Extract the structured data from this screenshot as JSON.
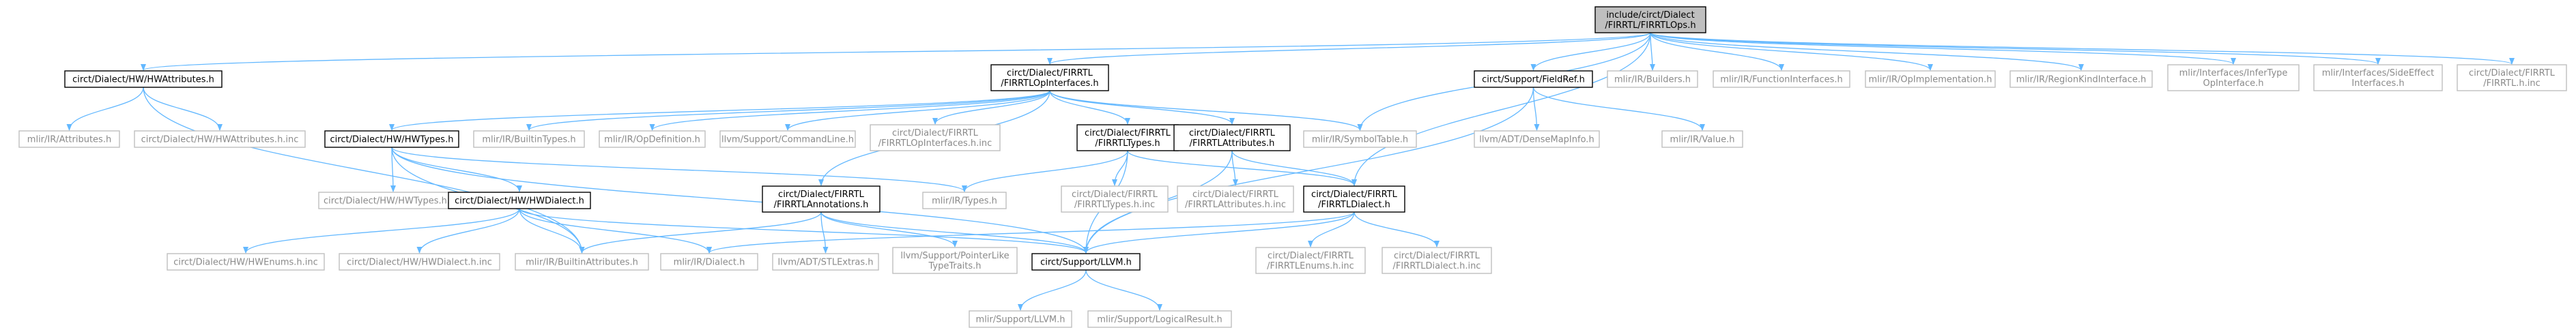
{
  "colors": {
    "edge": "#63b8ff",
    "node_text": "#000000",
    "external_text": "#8a8a8a",
    "root_fill": "#bfbfbf",
    "root_border": "#000000",
    "doc_border": "#000000",
    "external_border": "#bfbfbf",
    "background": "#ffffff"
  },
  "nodes": [
    {
      "id": "root",
      "kind": "root",
      "lines": [
        "include/circt/Dialect",
        "/FIRRTL/FIRRTLOps.h"
      ]
    },
    {
      "id": "hwattributes",
      "kind": "doc",
      "lines": [
        "circt/Dialect/HW/HWAttributes.h"
      ]
    },
    {
      "id": "firrtlopinterfaces",
      "kind": "doc",
      "lines": [
        "circt/Dialect/FIRRTL",
        "/FIRRTLOpInterfaces.h"
      ]
    },
    {
      "id": "fieldref",
      "kind": "doc",
      "lines": [
        "circt/Support/FieldRef.h"
      ]
    },
    {
      "id": "builders",
      "kind": "ext",
      "lines": [
        "mlir/IR/Builders.h"
      ]
    },
    {
      "id": "functioninterfaces",
      "kind": "ext",
      "lines": [
        "mlir/IR/FunctionInterfaces.h"
      ]
    },
    {
      "id": "opimplementation",
      "kind": "ext",
      "lines": [
        "mlir/IR/OpImplementation.h"
      ]
    },
    {
      "id": "regionkind",
      "kind": "ext",
      "lines": [
        "mlir/IR/RegionKindInterface.h"
      ]
    },
    {
      "id": "infertype",
      "kind": "ext",
      "lines": [
        "mlir/Interfaces/InferType",
        "OpInterface.h"
      ]
    },
    {
      "id": "sideeffect",
      "kind": "ext",
      "lines": [
        "mlir/Interfaces/SideEffect",
        "Interfaces.h"
      ]
    },
    {
      "id": "firrtlhinc",
      "kind": "ext",
      "lines": [
        "circt/Dialect/FIRRTL",
        "/FIRRTL.h.inc"
      ]
    },
    {
      "id": "attributes",
      "kind": "ext",
      "lines": [
        "mlir/IR/Attributes.h"
      ]
    },
    {
      "id": "hwattributesinc",
      "kind": "ext",
      "lines": [
        "circt/Dialect/HW/HWAttributes.h.inc"
      ]
    },
    {
      "id": "hwtypes",
      "kind": "doc",
      "lines": [
        "circt/Dialect/HW/HWTypes.h"
      ]
    },
    {
      "id": "builtintypes",
      "kind": "ext",
      "lines": [
        "mlir/IR/BuiltinTypes.h"
      ]
    },
    {
      "id": "opdefinition",
      "kind": "ext",
      "lines": [
        "mlir/IR/OpDefinition.h"
      ]
    },
    {
      "id": "commandline",
      "kind": "ext",
      "lines": [
        "llvm/Support/CommandLine.h"
      ]
    },
    {
      "id": "firrtlopinterfacesinc",
      "kind": "ext",
      "lines": [
        "circt/Dialect/FIRRTL",
        "/FIRRTLOpInterfaces.h.inc"
      ]
    },
    {
      "id": "firrtltypes",
      "kind": "doc",
      "lines": [
        "circt/Dialect/FIRRTL",
        "/FIRRTLTypes.h"
      ]
    },
    {
      "id": "firrtlattributes",
      "kind": "doc",
      "lines": [
        "circt/Dialect/FIRRTL",
        "/FIRRTLAttributes.h"
      ]
    },
    {
      "id": "symboltable",
      "kind": "ext",
      "lines": [
        "mlir/IR/SymbolTable.h"
      ]
    },
    {
      "id": "densemapinfo",
      "kind": "ext",
      "lines": [
        "llvm/ADT/DenseMapInfo.h"
      ]
    },
    {
      "id": "value",
      "kind": "ext",
      "lines": [
        "mlir/IR/Value.h"
      ]
    },
    {
      "id": "hwtypesinc",
      "kind": "ext",
      "lines": [
        "circt/Dialect/HW/HWTypes.h.inc"
      ]
    },
    {
      "id": "hwdialect",
      "kind": "doc",
      "lines": [
        "circt/Dialect/HW/HWDialect.h"
      ]
    },
    {
      "id": "irtypes",
      "kind": "ext",
      "lines": [
        "mlir/IR/Types.h"
      ]
    },
    {
      "id": "firrtlannotations",
      "kind": "doc",
      "lines": [
        "circt/Dialect/FIRRTL",
        "/FIRRTLAnnotations.h"
      ]
    },
    {
      "id": "firrtltypesinc",
      "kind": "ext",
      "lines": [
        "circt/Dialect/FIRRTL",
        "/FIRRTLTypes.h.inc"
      ]
    },
    {
      "id": "firrtlattributesinc",
      "kind": "ext",
      "lines": [
        "circt/Dialect/FIRRTL",
        "/FIRRTLAttributes.h.inc"
      ]
    },
    {
      "id": "firrtldialect",
      "kind": "doc",
      "lines": [
        "circt/Dialect/FIRRTL",
        "/FIRRTLDialect.h"
      ]
    },
    {
      "id": "hwenumsinc",
      "kind": "ext",
      "lines": [
        "circt/Dialect/HW/HWEnums.h.inc"
      ]
    },
    {
      "id": "hwdialectinc",
      "kind": "ext",
      "lines": [
        "circt/Dialect/HW/HWDialect.h.inc"
      ]
    },
    {
      "id": "builtinattributes",
      "kind": "ext",
      "lines": [
        "mlir/IR/BuiltinAttributes.h"
      ]
    },
    {
      "id": "irdialect",
      "kind": "ext",
      "lines": [
        "mlir/IR/Dialect.h"
      ]
    },
    {
      "id": "stlextras",
      "kind": "ext",
      "lines": [
        "llvm/ADT/STLExtras.h"
      ]
    },
    {
      "id": "pointerlike",
      "kind": "ext",
      "lines": [
        "llvm/Support/PointerLike",
        "TypeTraits.h"
      ]
    },
    {
      "id": "circtllvm",
      "kind": "doc",
      "lines": [
        "circt/Support/LLVM.h"
      ]
    },
    {
      "id": "firrtlenumsinc",
      "kind": "ext",
      "lines": [
        "circt/Dialect/FIRRTL",
        "/FIRRTLEnums.h.inc"
      ]
    },
    {
      "id": "firrtldialectinc",
      "kind": "ext",
      "lines": [
        "circt/Dialect/FIRRTL",
        "/FIRRTLDialect.h.inc"
      ]
    },
    {
      "id": "mlirllvm",
      "kind": "ext",
      "lines": [
        "mlir/Support/LLVM.h"
      ]
    },
    {
      "id": "logicalresult",
      "kind": "ext",
      "lines": [
        "mlir/Support/LogicalResult.h"
      ]
    }
  ],
  "edges": [
    [
      "root",
      "hwattributes"
    ],
    [
      "root",
      "firrtlopinterfaces"
    ],
    [
      "root",
      "fieldref"
    ],
    [
      "root",
      "builders"
    ],
    [
      "root",
      "functioninterfaces"
    ],
    [
      "root",
      "opimplementation"
    ],
    [
      "root",
      "regionkind"
    ],
    [
      "root",
      "infertype"
    ],
    [
      "root",
      "sideeffect"
    ],
    [
      "root",
      "firrtlhinc"
    ],
    [
      "root",
      "symboltable"
    ],
    [
      "root",
      "firrtldialect"
    ],
    [
      "hwattributes",
      "attributes"
    ],
    [
      "hwattributes",
      "hwattributesinc"
    ],
    [
      "hwattributes",
      "builtinattributes"
    ],
    [
      "firrtlopinterfaces",
      "hwtypes"
    ],
    [
      "firrtlopinterfaces",
      "builtintypes"
    ],
    [
      "firrtlopinterfaces",
      "opdefinition"
    ],
    [
      "firrtlopinterfaces",
      "commandline"
    ],
    [
      "firrtlopinterfaces",
      "firrtlopinterfacesinc"
    ],
    [
      "firrtlopinterfaces",
      "firrtltypes"
    ],
    [
      "firrtlopinterfaces",
      "firrtlattributes"
    ],
    [
      "firrtlopinterfaces",
      "symboltable"
    ],
    [
      "firrtlopinterfaces",
      "firrtlannotations"
    ],
    [
      "fieldref",
      "densemapinfo"
    ],
    [
      "fieldref",
      "value"
    ],
    [
      "fieldref",
      "circtllvm"
    ],
    [
      "hwtypes",
      "hwtypesinc"
    ],
    [
      "hwtypes",
      "hwdialect"
    ],
    [
      "hwtypes",
      "irtypes"
    ],
    [
      "hwtypes",
      "builtinattributes"
    ],
    [
      "hwtypes",
      "circtllvm"
    ],
    [
      "firrtltypes",
      "irtypes"
    ],
    [
      "firrtltypes",
      "firrtltypesinc"
    ],
    [
      "firrtltypes",
      "firrtldialect"
    ],
    [
      "firrtltypes",
      "circtllvm"
    ],
    [
      "firrtlattributes",
      "firrtlattributesinc"
    ],
    [
      "firrtlattributes",
      "firrtldialect"
    ],
    [
      "firrtlattributes",
      "circtllvm"
    ],
    [
      "hwdialect",
      "hwenumsinc"
    ],
    [
      "hwdialect",
      "hwdialectinc"
    ],
    [
      "hwdialect",
      "builtinattributes"
    ],
    [
      "hwdialect",
      "irdialect"
    ],
    [
      "hwdialect",
      "circtllvm"
    ],
    [
      "firrtlannotations",
      "builtinattributes"
    ],
    [
      "firrtlannotations",
      "stlextras"
    ],
    [
      "firrtlannotations",
      "pointerlike"
    ],
    [
      "firrtlannotations",
      "circtllvm"
    ],
    [
      "firrtldialect",
      "irdialect"
    ],
    [
      "firrtldialect",
      "firrtlenumsinc"
    ],
    [
      "firrtldialect",
      "firrtldialectinc"
    ],
    [
      "firrtldialect",
      "circtllvm"
    ],
    [
      "circtllvm",
      "mlirllvm"
    ],
    [
      "circtllvm",
      "logicalresult"
    ]
  ]
}
